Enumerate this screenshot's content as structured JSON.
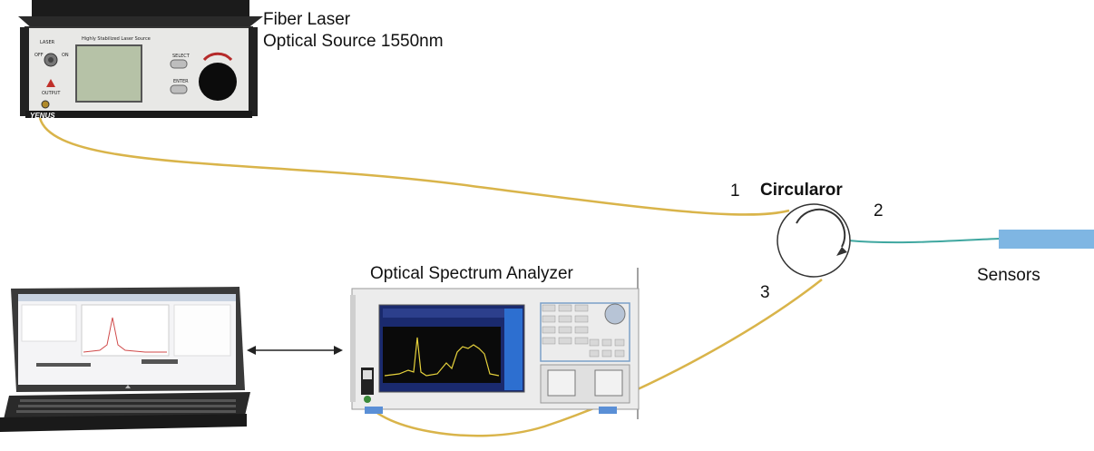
{
  "laser": {
    "title_line1": "Fiber Laser",
    "title_line2": "Optical Source 1550nm",
    "panel_title": "Highly Stabilized Laser Source",
    "laser_label": "LASER",
    "off_label": "OFF",
    "on_label": "ON",
    "output_label": "OUTPUT",
    "select_label": "SELECT",
    "enter_label": "ENTER",
    "brand": "YENUS"
  },
  "circulator": {
    "title": "Circularor",
    "port1": "1",
    "port2": "2",
    "port3": "3"
  },
  "sensors": {
    "label": "Sensors"
  },
  "osa": {
    "title": "Optical Spectrum Analyzer"
  },
  "colors": {
    "fiber_yellow": "#d9b44a",
    "fiber_teal": "#3fa7a0",
    "sensor_blue": "#7fb6e3",
    "osa_screen": "#1a2a6e"
  }
}
